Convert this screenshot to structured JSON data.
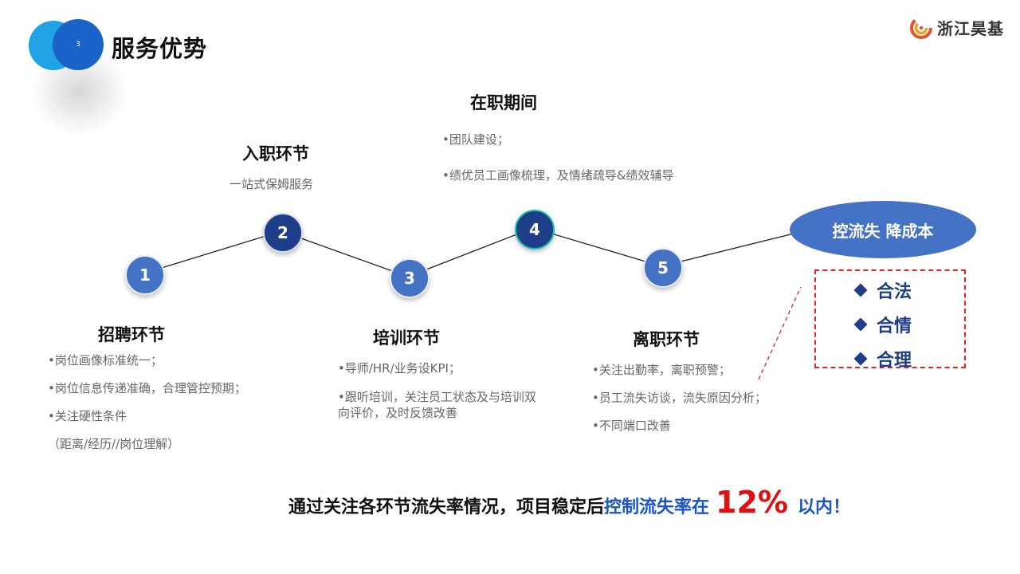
{
  "header": {
    "section_number": "3",
    "title": "服务优势",
    "logo_text": "浙江昊基"
  },
  "nodes": [
    {
      "label": "1"
    },
    {
      "label": "2"
    },
    {
      "label": "3"
    },
    {
      "label": "4"
    },
    {
      "label": "5"
    }
  ],
  "goal": "控流失 降成本",
  "principles": [
    "合法",
    "合情",
    "合理"
  ],
  "stages": {
    "recruit": {
      "title": "招聘环节",
      "bullets": [
        "•岗位画像标准统一；",
        "•岗位信息传递准确，合理管控预期；",
        "•关注硬性条件",
        "（距离/经历//岗位理解）"
      ]
    },
    "onboard": {
      "title": "入职环节",
      "subtitle": "一站式保姆服务"
    },
    "train": {
      "title": "培训环节",
      "bullets": [
        "•导师/HR/业务设KPI；",
        "•跟听培训，关注员工状态及与培训双",
        "向评价，及时反馈改善"
      ]
    },
    "employ": {
      "title": "在职期间",
      "bullets": [
        "•团队建设；",
        "•绩优员工画像梳理，及情绪疏导&绩效辅导"
      ]
    },
    "leave": {
      "title": "离职环节",
      "bullets": [
        "•关注出勤率，离职预警；",
        "•员工流失访谈，流失原因分析；",
        "•不同端口改善"
      ]
    }
  },
  "conclusion": {
    "part1": "通过关注各环节流失率情况，项目稳定后",
    "part2": "控制流失率在",
    "rate": "12%",
    "part3": "以内！"
  },
  "colors": {
    "node_light": "#4472c4",
    "node_dark": "#1f3e8a",
    "accent_teal": "#1dc0b0",
    "highlight_red": "#e01010",
    "highlight_blue": "#1a55c4"
  }
}
